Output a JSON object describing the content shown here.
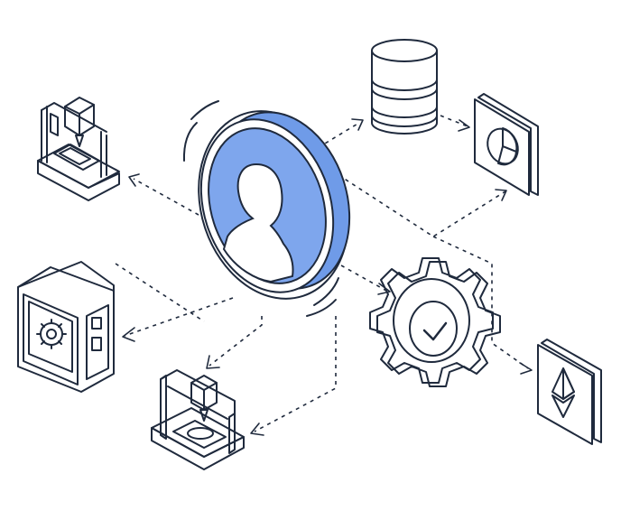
{
  "diagram": {
    "center_node": {
      "icon": "user-avatar-icon"
    },
    "nodes": [
      {
        "id": "cnc-machine",
        "icon": "cnc-milling-machine-icon"
      },
      {
        "id": "database",
        "icon": "database-icon"
      },
      {
        "id": "pie-chart-card",
        "icon": "pie-chart-icon"
      },
      {
        "id": "control-panel",
        "icon": "control-cabinet-icon"
      },
      {
        "id": "settings-gear",
        "icon": "gear-check-icon"
      },
      {
        "id": "ethereum-card",
        "icon": "ethereum-icon"
      },
      {
        "id": "printer-3d",
        "icon": "3d-printer-icon"
      }
    ],
    "colors": {
      "outline": "#1f2a3d",
      "accent": "#6f9be8",
      "accent_light": "#c8d9f7",
      "gray": "#d4d7dc",
      "background": "#ffffff"
    }
  }
}
